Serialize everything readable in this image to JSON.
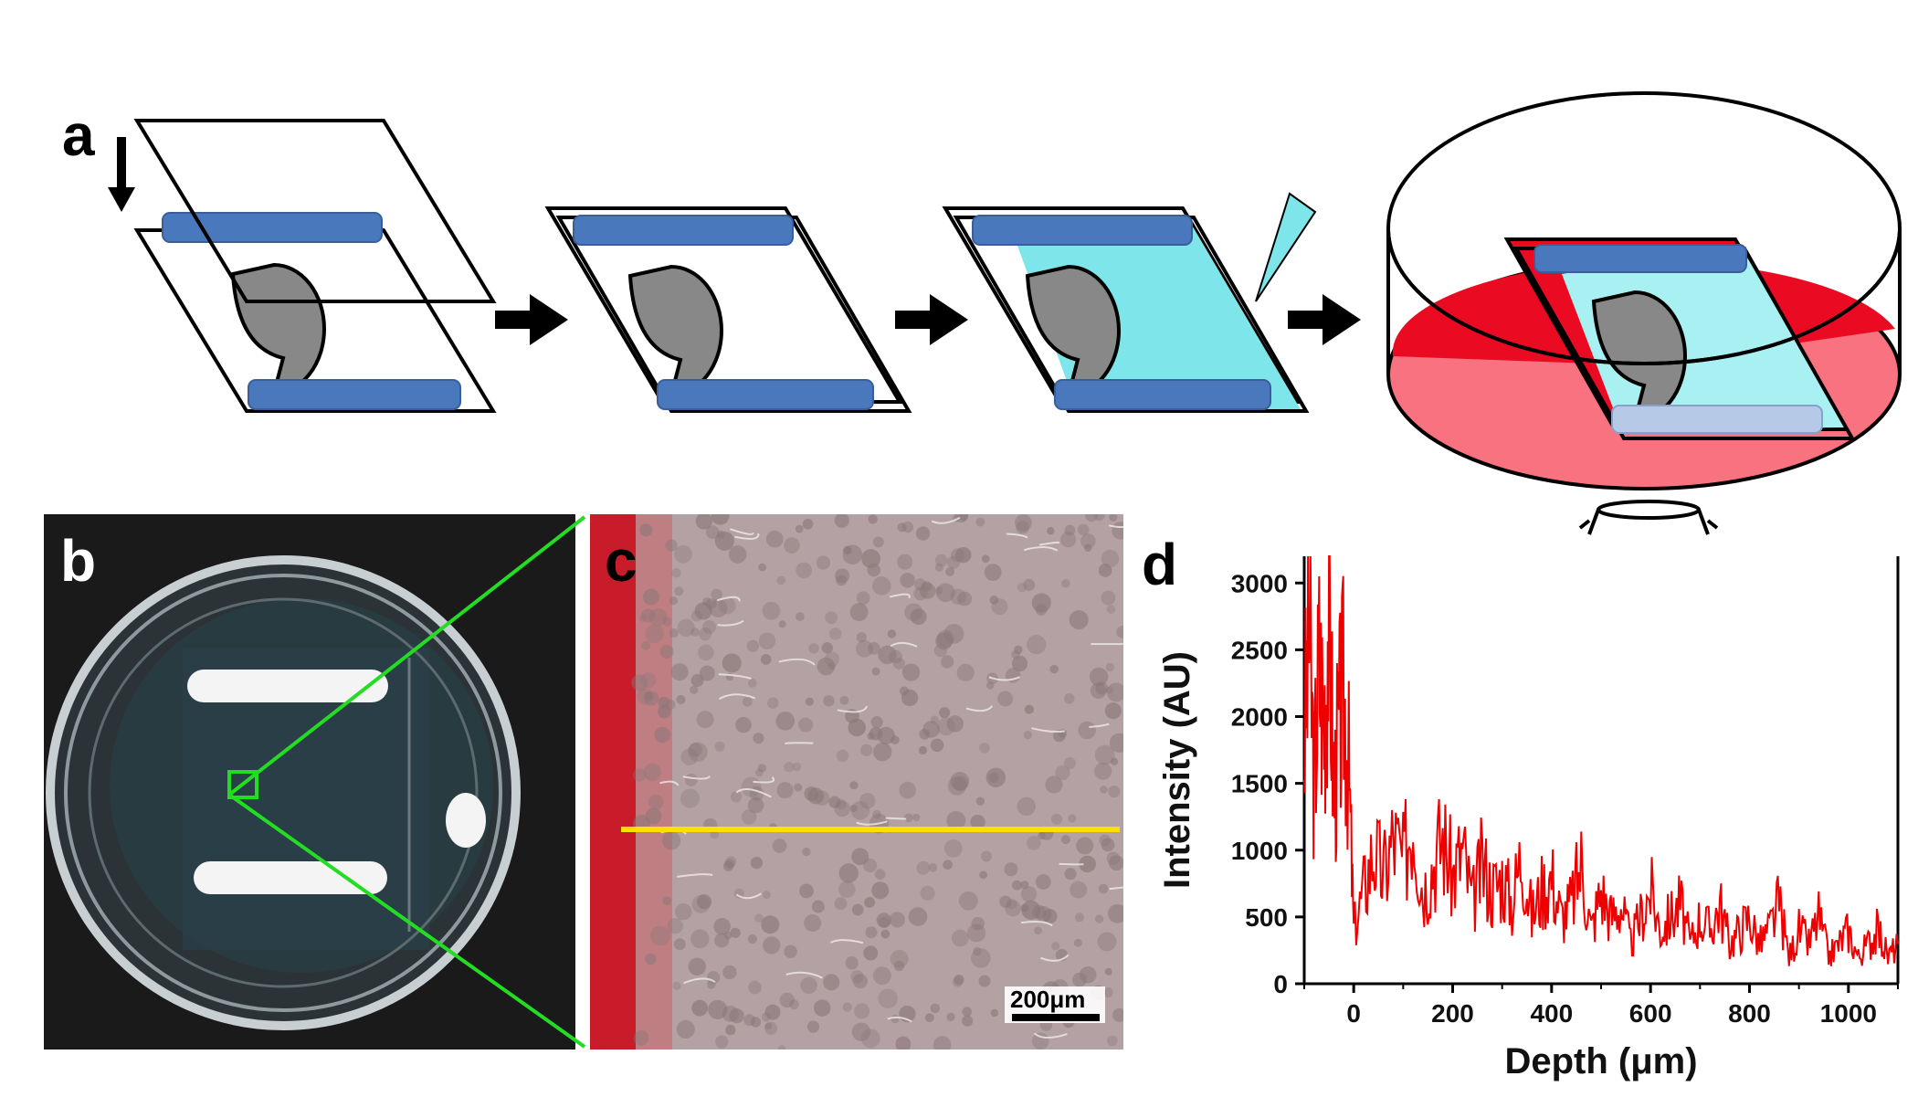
{
  "panels": {
    "a": "a",
    "b": "b",
    "c": "c",
    "d": "d"
  },
  "scale_bar": "200μm",
  "colors": {
    "spacer_blue": "#4a78bd",
    "tissue_gray": "#8a8a8a",
    "fluid_cyan": "#7ee6ea",
    "dye_red": "#ea0a22",
    "dye_pink": "#f8727f",
    "plot_red": "#ee0000",
    "zoom_green": "#22dd22",
    "line_yellow": "#ffe000"
  },
  "chart_data": {
    "type": "line",
    "title": "",
    "xlabel": "Depth (μm)",
    "ylabel": "Intensity (AU)",
    "xlim": [
      -100,
      1100
    ],
    "ylim": [
      0,
      3200
    ],
    "xticks": [
      0,
      200,
      400,
      600,
      800,
      1000
    ],
    "yticks": [
      0,
      500,
      1000,
      1500,
      2000,
      2500,
      3000
    ],
    "series": [
      {
        "color": "#ee0000",
        "x": [
          -100,
          -90,
          -80,
          -70,
          -60,
          -50,
          -40,
          -30,
          -20,
          -10,
          0,
          20,
          40,
          60,
          80,
          100,
          120,
          140,
          160,
          180,
          200,
          220,
          240,
          260,
          280,
          300,
          320,
          340,
          360,
          380,
          400,
          420,
          440,
          460,
          480,
          500,
          520,
          540,
          560,
          580,
          600,
          620,
          640,
          660,
          680,
          700,
          720,
          740,
          760,
          780,
          800,
          820,
          840,
          860,
          880,
          900,
          920,
          940,
          960,
          980,
          1000,
          1020,
          1040,
          1060,
          1080,
          1100
        ],
        "values": [
          1800,
          2700,
          1500,
          2400,
          2000,
          2900,
          1400,
          1900,
          2200,
          1600,
          400,
          700,
          1000,
          800,
          1100,
          900,
          1300,
          700,
          900,
          1100,
          800,
          1000,
          600,
          900,
          700,
          800,
          600,
          1000,
          500,
          700,
          800,
          500,
          600,
          900,
          400,
          700,
          500,
          600,
          300,
          500,
          700,
          400,
          500,
          600,
          300,
          500,
          400,
          600,
          300,
          400,
          500,
          300,
          400,
          600,
          200,
          400,
          300,
          500,
          200,
          300,
          400,
          200,
          300,
          400,
          200,
          300
        ]
      }
    ]
  }
}
